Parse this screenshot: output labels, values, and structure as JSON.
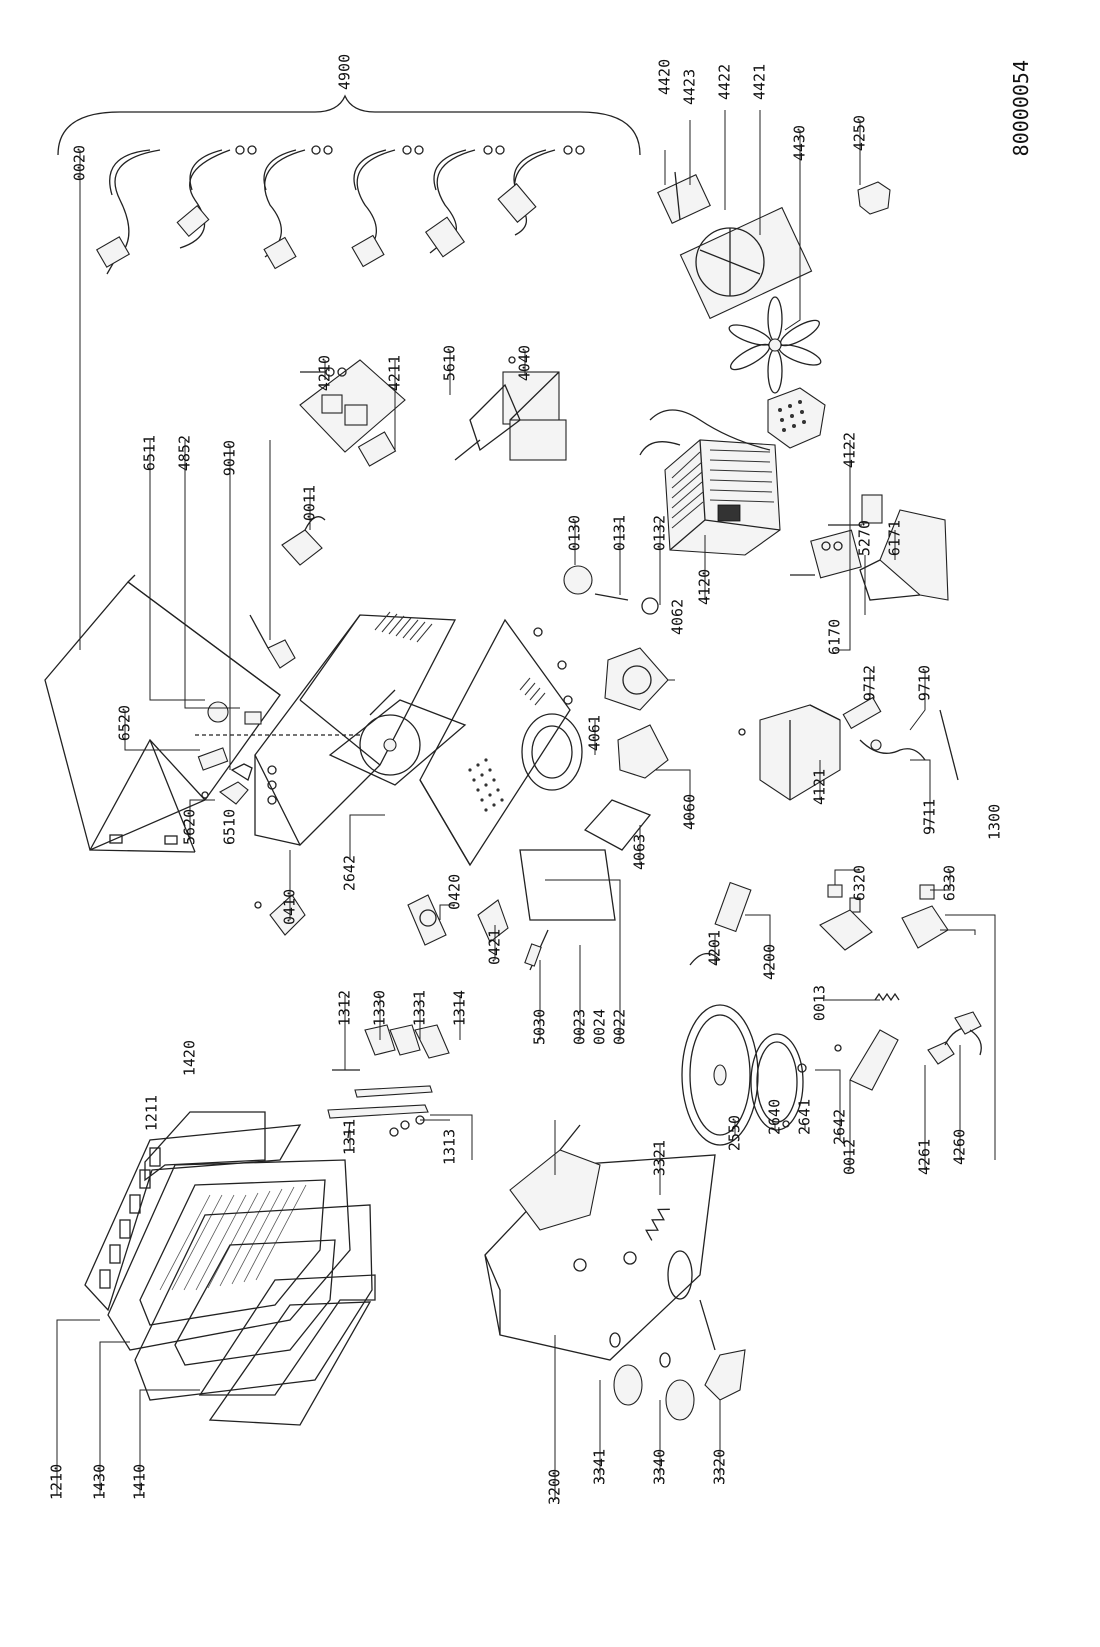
{
  "drawing_number": "80000054",
  "part_labels": {
    "p0011": "0011",
    "p0012": "0012",
    "p0013": "0013",
    "p0020": "0020",
    "p0022": "0022",
    "p0023": "0023",
    "p0024": "0024",
    "p0130": "0130",
    "p0131": "0131",
    "p0132": "0132",
    "p0410": "0410",
    "p0420": "0420",
    "p0421": "0421",
    "p1210": "1210",
    "p1211": "1211",
    "p1300": "1300",
    "p1311": "1311",
    "p1312": "1312",
    "p1313": "1313",
    "p1314": "1314",
    "p1330": "1330",
    "p1331": "1331",
    "p1410": "1410",
    "p1420": "1420",
    "p1430": "1430",
    "p2550": "2550",
    "p2640": "2640",
    "p2641": "2641",
    "p2642a": "2642",
    "p2642b": "2642",
    "p3200": "3200",
    "p3320": "3320",
    "p3321": "3321",
    "p3340": "3340",
    "p3341": "3341",
    "p4040": "4040",
    "p4060": "4060",
    "p4061": "4061",
    "p4062": "4062",
    "p4063": "4063",
    "p4120": "4120",
    "p4121": "4121",
    "p4122": "4122",
    "p4200": "4200",
    "p4201": "4201",
    "p4210": "4210",
    "p4211": "4211",
    "p4250": "4250",
    "p4260": "4260",
    "p4261": "4261",
    "p4420": "4420",
    "p4421": "4421",
    "p4422": "4422",
    "p4423": "4423",
    "p4430": "4430",
    "p4852": "4852",
    "p4900": "4900",
    "p5030": "5030",
    "p5270": "5270",
    "p5610": "5610",
    "p5620": "5620",
    "p6170": "6170",
    "p6171": "6171",
    "p6320": "6320",
    "p6330": "6330",
    "p6510": "6510",
    "p6511": "6511",
    "p6520": "6520",
    "p9010": "9010",
    "p9710": "9710",
    "p9711": "9711",
    "p9712": "9712"
  }
}
